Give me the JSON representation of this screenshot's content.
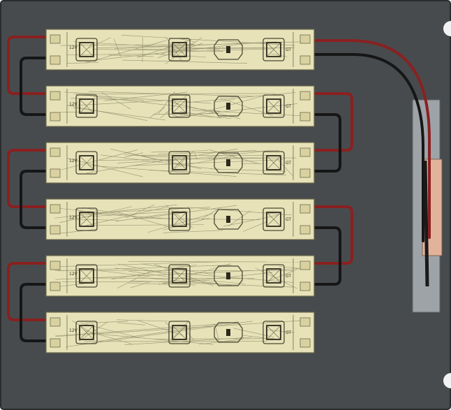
{
  "title": "",
  "colors": {
    "board": "#474b4e",
    "board_edge": "#2a2c2e",
    "module_fill": "#e7e2b8",
    "module_edge": "#6d6a4c",
    "trace": "#8a8666",
    "wire_positive": "#8a2020",
    "wire_negative": "#161616",
    "connector_plate": "#9ea3a8",
    "connector_pad": "#e2b39a",
    "mount_hole": "#f2f2f2"
  },
  "modules": [
    {
      "id": "module-1",
      "label_a": "12V",
      "label_b": "GT"
    },
    {
      "id": "module-2",
      "label_a": "12V",
      "label_b": "GT"
    },
    {
      "id": "module-3",
      "label_a": "12V",
      "label_b": "GT"
    },
    {
      "id": "module-4",
      "label_a": "12V",
      "label_b": "GT"
    },
    {
      "id": "module-5",
      "label_a": "12V",
      "label_b": "GT"
    },
    {
      "id": "module-6",
      "label_a": "12V",
      "label_b": "GT"
    }
  ],
  "wiring": {
    "chain_sides": [
      "left",
      "right",
      "left",
      "right",
      "left"
    ],
    "feed_side": "right",
    "feed_module": "module-1"
  },
  "components_per_module": [
    "led-chip",
    "led-chip",
    "resistor",
    "led-chip"
  ]
}
